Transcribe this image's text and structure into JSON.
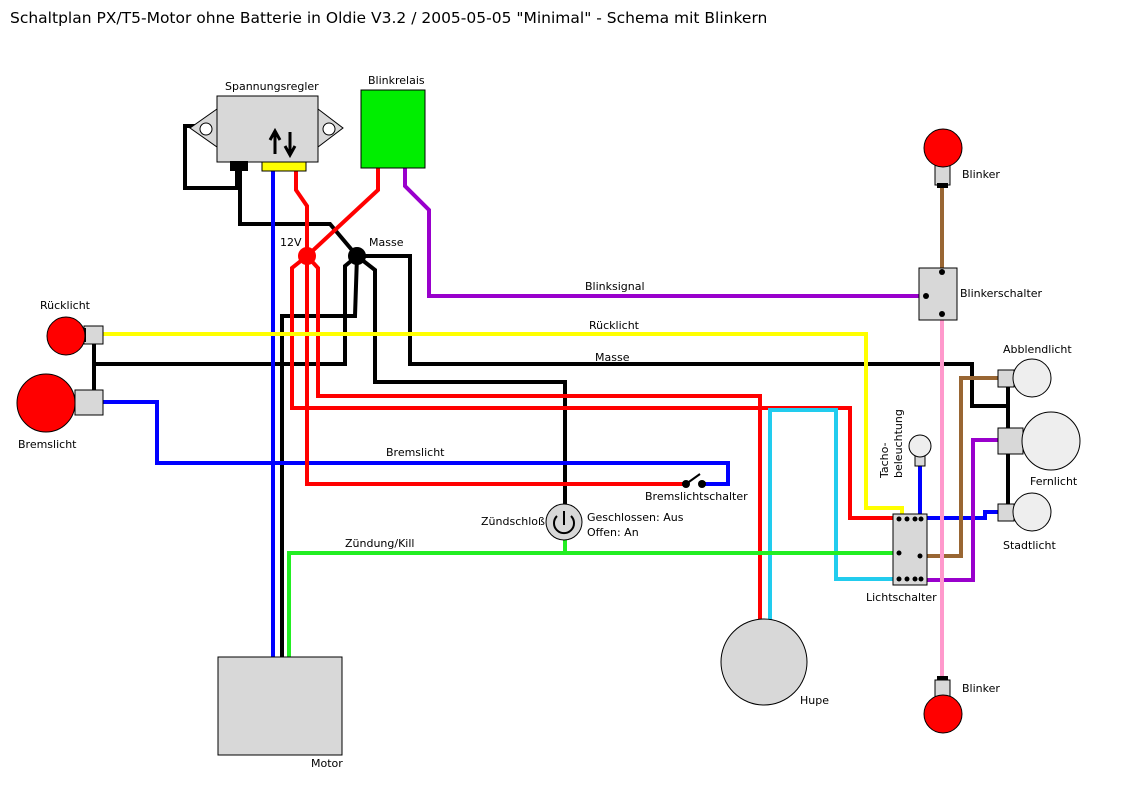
{
  "title": "Schaltplan PX/T5-Motor ohne Batterie in Oldie  V3.2 / 2005-05-05 \"Minimal\" - Schema mit Blinkern",
  "components": {
    "spannungsregler": "Spannungsregler",
    "blinkrelais": "Blinkrelais",
    "blinker_oben": "Blinker",
    "blinker_unten": "Blinker",
    "blinkerschalter": "Blinkerschalter",
    "ruecklicht": "Rücklicht",
    "bremslicht": "Bremslicht",
    "abblendlicht": "Abblendlicht",
    "fernlicht": "Fernlicht",
    "stadtlicht": "Stadtlicht",
    "tacho_line1": "Tacho-",
    "tacho_line2": "beleuchtung",
    "lichtschalter": "Lichtschalter",
    "bremslichtschalter": "Bremslichtschalter",
    "zuendschloss": "Zündschloß",
    "zuendschloss_state1": "Geschlossen: Aus",
    "zuendschloss_state2": "Offen: An",
    "hupe": "Hupe",
    "motor": "Motor"
  },
  "nodes": {
    "plus12v": "12V",
    "masse": "Masse"
  },
  "wires": {
    "blinksignal": "Blinksignal",
    "ruecklicht": "Rücklicht",
    "masse": "Masse",
    "bremslicht": "Bremslicht",
    "zuendung": "Zündung/Kill"
  },
  "colors": {
    "ground": "#000000",
    "plus12v": "#ff0000",
    "bremslicht": "#0000ff",
    "ruecklicht": "#ffff00",
    "blinksignal": "#9900cc",
    "zuendung": "#22ee22",
    "hupe": "#22ccee",
    "blinker": "#ff99cc",
    "lichtschalter_out": "#996633",
    "lamp_red": "#ff0000",
    "lamp_white": "#eeeeee",
    "component_gray": "#d8d8d8",
    "relay_green": "#00ee00"
  }
}
